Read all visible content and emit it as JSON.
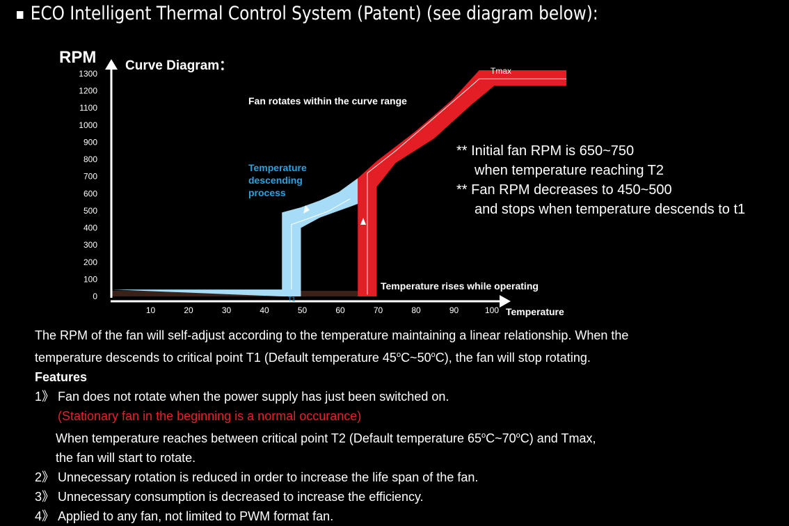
{
  "page": {
    "title": "ECO Intelligent Thermal Control System (Patent) (see diagram below):"
  },
  "chart_data": {
    "type": "area",
    "title": "Curve Diagram：",
    "ylabel": "RPM",
    "xlabel": "Temperature",
    "xlim": [
      0,
      110
    ],
    "ylim": [
      0,
      1300
    ],
    "x_ticks": [
      10,
      20,
      30,
      40,
      50,
      60,
      70,
      80,
      90,
      100
    ],
    "y_ticks": [
      0,
      100,
      200,
      300,
      400,
      500,
      600,
      700,
      800,
      900,
      1000,
      1100,
      1200,
      1300
    ],
    "series": [
      {
        "name": "Temperature descending process",
        "color": "#a6dcf5",
        "outer": [
          [
            0,
            40
          ],
          [
            40,
            40
          ],
          [
            45,
            40
          ],
          [
            45,
            490
          ],
          [
            50,
            520
          ],
          [
            55,
            560
          ],
          [
            60,
            610
          ],
          [
            65,
            690
          ],
          [
            65,
            540
          ],
          [
            60,
            500
          ],
          [
            55,
            460
          ],
          [
            50,
            400
          ],
          [
            50,
            0
          ],
          [
            45,
            0
          ],
          [
            45,
            0
          ]
        ],
        "center_line": [
          [
            47.5,
            40
          ],
          [
            47.5,
            420
          ],
          [
            52,
            455
          ],
          [
            57,
            495
          ],
          [
            63,
            570
          ]
        ]
      },
      {
        "name": "Temperature rises while operating",
        "color": "#e31e25",
        "outer": [
          [
            65,
            0
          ],
          [
            65,
            690
          ],
          [
            70,
            790
          ],
          [
            80,
            960
          ],
          [
            90,
            1150
          ],
          [
            97,
            1320
          ],
          [
            120,
            1320
          ],
          [
            120,
            1230
          ],
          [
            101,
            1230
          ],
          [
            95,
            1120
          ],
          [
            85,
            920
          ],
          [
            75,
            780
          ],
          [
            70,
            640
          ],
          [
            70,
            0
          ]
        ],
        "center_line": [
          [
            67.5,
            10
          ],
          [
            67.5,
            720
          ],
          [
            75,
            850
          ],
          [
            85,
            1040
          ],
          [
            95,
            1230
          ],
          [
            97,
            1270
          ],
          [
            120,
            1270
          ]
        ]
      }
    ],
    "baseline": {
      "color": "#3a2218",
      "x_range": [
        0,
        70
      ],
      "values": [
        0,
        0
      ]
    },
    "labels": {
      "tmax": "Tmax",
      "t1": "T1",
      "curve_range": "Fan rotates within the curve range",
      "descending": [
        "Temperature",
        "descending",
        "process"
      ],
      "rising": "Temperature rises while operating"
    }
  },
  "notes": {
    "line1": "** Initial fan RPM is 650~750",
    "line2": "when temperature reaching T2",
    "line3": "** Fan RPM decreases to 450~500",
    "line4": "and stops when temperature descends to t1"
  },
  "description": {
    "line1": "The RPM of the fan will self-adjust according to the temperature maintaining a linear relationship. When the",
    "line2_a": "temperature descends to critical point T1 (Default temperature 45",
    "line2_b": "C~50",
    "line2_c": "C), the fan will stop rotating.",
    "degree": "o"
  },
  "features": {
    "title": "Features",
    "f1": "1》 Fan does not rotate when the power supply has just been switched on.",
    "f1_red": "(Stationary fan in the beginning is a normal occurance)",
    "f1_sub1_a": "When temperature reaches between critical point T2 (Default temperature 65",
    "f1_sub1_b": "C~70",
    "f1_sub1_c": "C) and Tmax,",
    "f1_sub2": "the fan will start to rotate.",
    "f2": "2》 Unnecessary rotation is reduced in order to increase the life span of the fan.",
    "f3": "3》 Unnecessary consumption is decreased to increase the efficiency.",
    "f4": "4》 Applied to any fan, not limited to PWM format fan."
  }
}
